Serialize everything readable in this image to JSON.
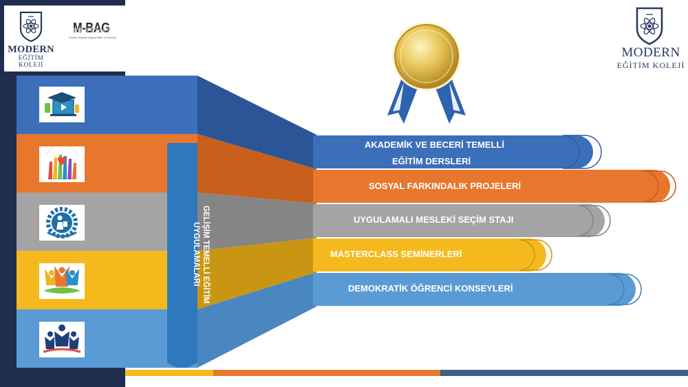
{
  "brand": {
    "name_line1": "MODERN",
    "name_line2": "EĞİTİM KOLEJİ",
    "partner_title": "M-BAG",
    "partner_subtitle": "Modern Gelişimin Işığında Bilim ve Teknoloji"
  },
  "panel": {
    "vertical_label_line1": "GELİŞİM TEMELLİ EĞİTİM",
    "vertical_label_line2": "UYGULAMALARI"
  },
  "bands": [
    {
      "color": "#3b6fba",
      "icon": "online-education-icon"
    },
    {
      "color": "#e8772e",
      "icon": "raised-hands-icon"
    },
    {
      "color": "#a4a4a4",
      "icon": "gear-worker-icon"
    },
    {
      "color": "#f6b91d",
      "icon": "team-celebration-icon"
    },
    {
      "color": "#5b9bd5",
      "icon": "people-group-icon"
    }
  ],
  "ribbons": [
    {
      "line1": "AKADEMİK VE BECERİ TEMELLİ",
      "line2": "EĞİTİM DERSLERİ",
      "color": "#3b6fba"
    },
    {
      "line1": "SOSYAL FARKINDALIK PROJELERİ",
      "color": "#e8772e"
    },
    {
      "line1": "UYGULAMALI MESLEKİ SEÇİM STAJI",
      "color": "#a4a4a4"
    },
    {
      "line1": "MASTERCLASS SEMİNERLERİ",
      "color": "#f6b91d"
    },
    {
      "line1": "DEMOKRATİK ÖĞRENCİ KONSEYLERİ",
      "color": "#5b9bd5"
    }
  ],
  "colors": {
    "navy": "#1f2d4f",
    "gold": "#e3b52f",
    "ribbon_blue": "#2d63b0"
  }
}
